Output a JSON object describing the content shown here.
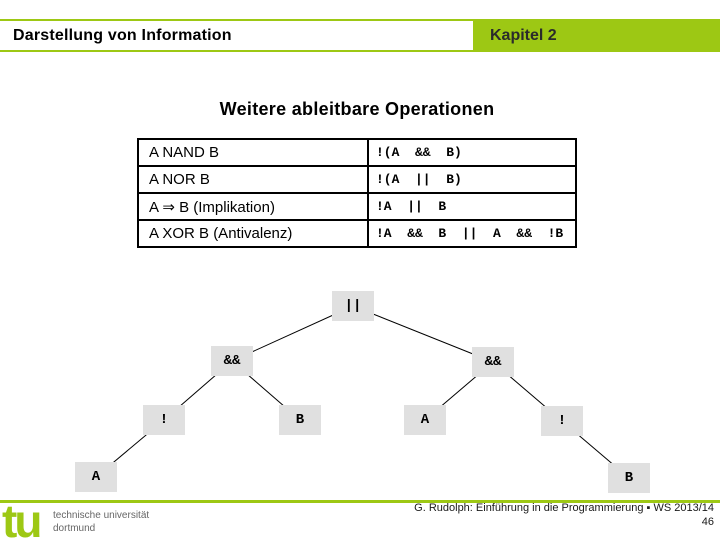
{
  "header": {
    "title": "Darstellung von Information",
    "chapter": "Kapitel 2"
  },
  "slide": {
    "title": "Weitere ableitbare Operationen"
  },
  "table": {
    "rows": [
      {
        "op": "A NAND B",
        "expr": "!(A  &&  B)"
      },
      {
        "op": "A NOR B",
        "expr": "!(A  ||  B)"
      },
      {
        "op": "A ⇒ B (Implikation)",
        "expr": "!A  ||  B"
      },
      {
        "op": "A XOR B (Antivalenz)",
        "expr": "!A  &&  B  ||  A  &&  !B"
      }
    ]
  },
  "tree": {
    "nodes": [
      {
        "id": "root-or",
        "label": "||"
      },
      {
        "id": "and-left",
        "label": "&&"
      },
      {
        "id": "and-right",
        "label": "&&"
      },
      {
        "id": "not-left",
        "label": "!"
      },
      {
        "id": "b-left",
        "label": "B"
      },
      {
        "id": "a-right",
        "label": "A"
      },
      {
        "id": "not-right",
        "label": "!"
      },
      {
        "id": "a-leaf",
        "label": "A"
      },
      {
        "id": "b-leaf",
        "label": "B"
      }
    ]
  },
  "footer": {
    "logo_mark": "tu",
    "logo_line1": "technische universität",
    "logo_line2": "dortmund",
    "credit": "G. Rudolph: Einführung in die Programmierung ▪ WS 2013/14",
    "page": "46"
  },
  "colors": {
    "accent_green": "#9DC814",
    "node_gray": "#E0E0E0"
  }
}
